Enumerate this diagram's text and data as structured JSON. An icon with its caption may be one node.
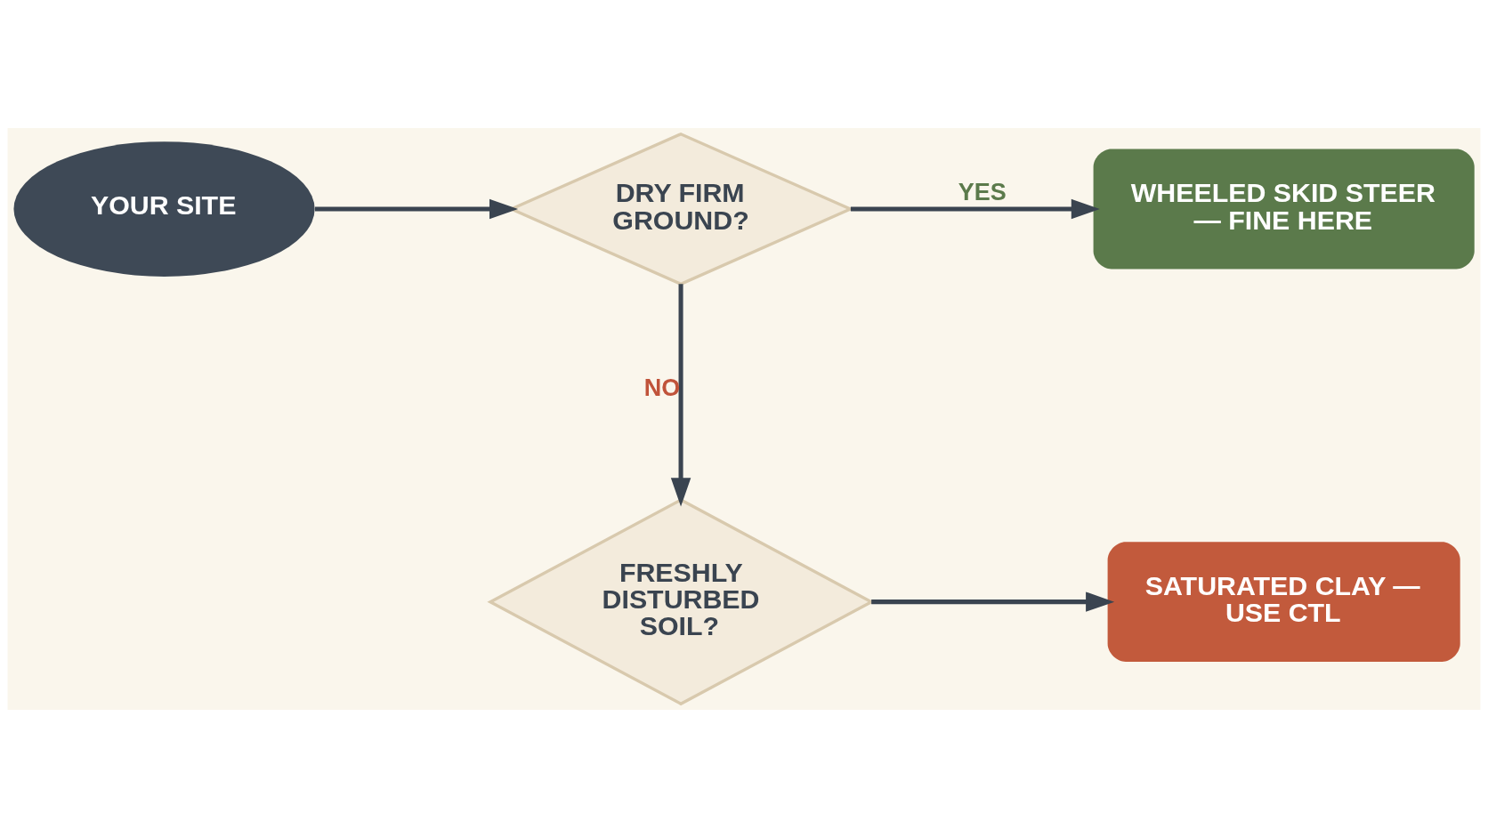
{
  "diagram": {
    "nodes": [
      {
        "text": [
          "YOUR SITE"
        ]
      },
      {
        "text": [
          "DRY FIRM GROUND?"
        ]
      },
      {
        "text": [
          "WHEELED SKID STEER — FINE HERE"
        ]
      },
      {
        "text": [
          "FRESHLY DISTURBED SOIL?"
        ]
      },
      {
        "text": [
          "SATURATED CLAY — USE CTL"
        ]
      }
    ],
    "edges": [
      {
        "from": 0,
        "to": 1,
        "arrow": "to"
      },
      {
        "from": 1,
        "to": 2,
        "arrow": "to",
        "label": "YES"
      },
      {
        "from": 1,
        "to": 3,
        "arrow": "to",
        "label": "NO"
      },
      {
        "from": 3,
        "to": 4,
        "arrow": "to"
      }
    ]
  }
}
